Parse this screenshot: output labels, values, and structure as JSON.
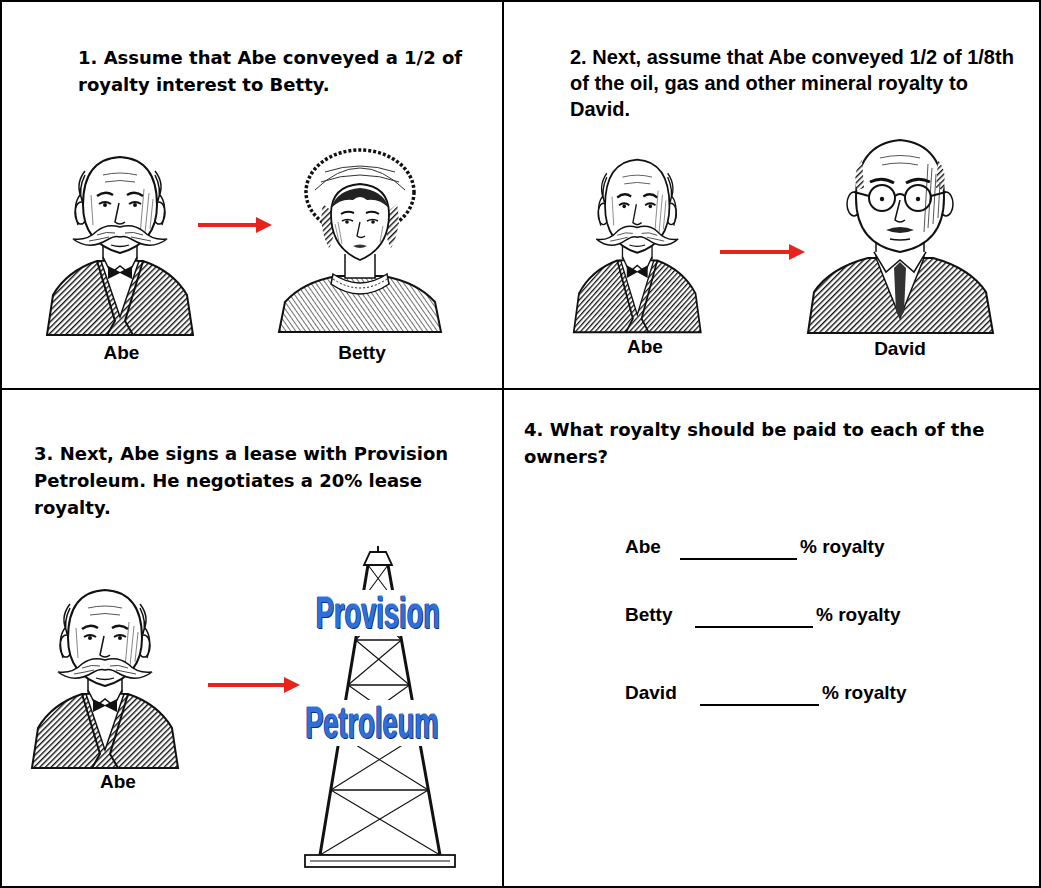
{
  "diagram": {
    "nodes": [
      {
        "text": [
          "1. Assume that Abe conveyed a 1/2 of royalty interest to Betty."
        ]
      },
      {
        "text": [
          "Abe"
        ],
        "in": 0
      },
      {
        "text": [
          "Betty"
        ],
        "in": 0
      },
      {
        "text": [
          "2. Next, assume that Abe conveyed 1/2 of 1/8th of the oil, gas and other mineral royalty to David."
        ]
      },
      {
        "text": [
          "Abe"
        ],
        "in": 3
      },
      {
        "text": [
          "David"
        ],
        "in": 3
      },
      {
        "text": [
          "3. Next, Abe signs a lease with Provision Petroleum. He negotiates a 20% lease royalty."
        ]
      },
      {
        "text": [
          "Abe"
        ],
        "in": 6
      },
      {
        "text": [
          "Provision",
          "Petroleum"
        ],
        "in": 6
      },
      {
        "text": [
          "4. What royalty should be paid to each of the owners?",
          "Abe",
          "% royalty",
          "Betty",
          "% royalty",
          "David",
          "% royalty"
        ]
      }
    ],
    "edges": [
      {
        "from": 1,
        "to": 2,
        "arrow": "to"
      },
      {
        "from": 4,
        "to": 5,
        "arrow": "to"
      },
      {
        "from": 7,
        "to": 8,
        "arrow": "to"
      }
    ]
  }
}
